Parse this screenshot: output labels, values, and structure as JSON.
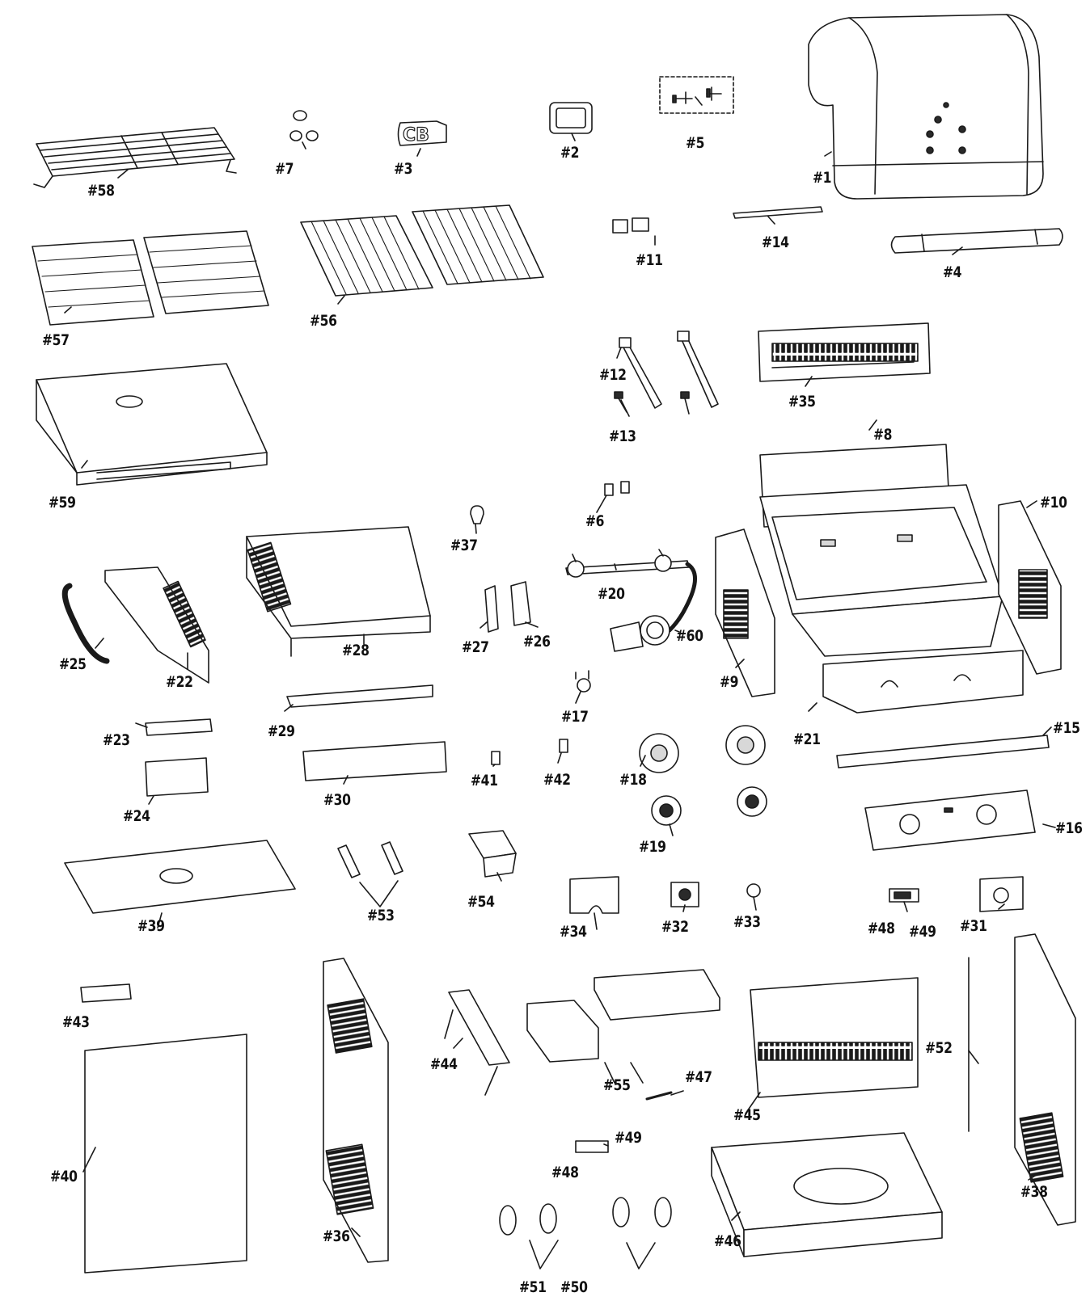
{
  "parts": [
    {
      "id": "p1",
      "label": "#1"
    },
    {
      "id": "p2",
      "label": "#2"
    },
    {
      "id": "p3",
      "label": "#3"
    },
    {
      "id": "p4",
      "label": "#4"
    },
    {
      "id": "p5",
      "label": "#5"
    },
    {
      "id": "p6",
      "label": "#6"
    },
    {
      "id": "p7",
      "label": "#7"
    },
    {
      "id": "p8",
      "label": "#8"
    },
    {
      "id": "p9",
      "label": "#9"
    },
    {
      "id": "p10",
      "label": "#10"
    },
    {
      "id": "p11",
      "label": "#11"
    },
    {
      "id": "p12",
      "label": "#12"
    },
    {
      "id": "p13",
      "label": "#13"
    },
    {
      "id": "p14",
      "label": "#14"
    },
    {
      "id": "p15",
      "label": "#15"
    },
    {
      "id": "p16",
      "label": "#16"
    },
    {
      "id": "p17",
      "label": "#17"
    },
    {
      "id": "p18",
      "label": "#18"
    },
    {
      "id": "p19",
      "label": "#19"
    },
    {
      "id": "p20",
      "label": "#20"
    },
    {
      "id": "p21",
      "label": "#21"
    },
    {
      "id": "p22",
      "label": "#22"
    },
    {
      "id": "p23",
      "label": "#23"
    },
    {
      "id": "p24",
      "label": "#24"
    },
    {
      "id": "p25",
      "label": "#25"
    },
    {
      "id": "p26",
      "label": "#26"
    },
    {
      "id": "p27",
      "label": "#27"
    },
    {
      "id": "p28",
      "label": "#28"
    },
    {
      "id": "p29",
      "label": "#29"
    },
    {
      "id": "p30",
      "label": "#30"
    },
    {
      "id": "p31",
      "label": "#31"
    },
    {
      "id": "p32",
      "label": "#32"
    },
    {
      "id": "p33",
      "label": "#33"
    },
    {
      "id": "p34",
      "label": "#34"
    },
    {
      "id": "p35",
      "label": "#35"
    },
    {
      "id": "p36",
      "label": "#36"
    },
    {
      "id": "p37",
      "label": "#37"
    },
    {
      "id": "p38",
      "label": "#38"
    },
    {
      "id": "p39",
      "label": "#39"
    },
    {
      "id": "p40",
      "label": "#40"
    },
    {
      "id": "p41",
      "label": "#41"
    },
    {
      "id": "p42",
      "label": "#42"
    },
    {
      "id": "p43",
      "label": "#43"
    },
    {
      "id": "p44",
      "label": "#44"
    },
    {
      "id": "p45",
      "label": "#45"
    },
    {
      "id": "p46",
      "label": "#46"
    },
    {
      "id": "p47",
      "label": "#47"
    },
    {
      "id": "p48a",
      "label": "#48"
    },
    {
      "id": "p49a",
      "label": "#49"
    },
    {
      "id": "p48b",
      "label": "#48"
    },
    {
      "id": "p49b",
      "label": "#49"
    },
    {
      "id": "p50",
      "label": "#50"
    },
    {
      "id": "p51",
      "label": "#51"
    },
    {
      "id": "p52",
      "label": "#52"
    },
    {
      "id": "p53",
      "label": "#53"
    },
    {
      "id": "p54",
      "label": "#54"
    },
    {
      "id": "p55",
      "label": "#55"
    },
    {
      "id": "p56",
      "label": "#56"
    },
    {
      "id": "p57",
      "label": "#57"
    },
    {
      "id": "p58",
      "label": "#58"
    },
    {
      "id": "p59",
      "label": "#59"
    },
    {
      "id": "p60",
      "label": "#60"
    }
  ]
}
